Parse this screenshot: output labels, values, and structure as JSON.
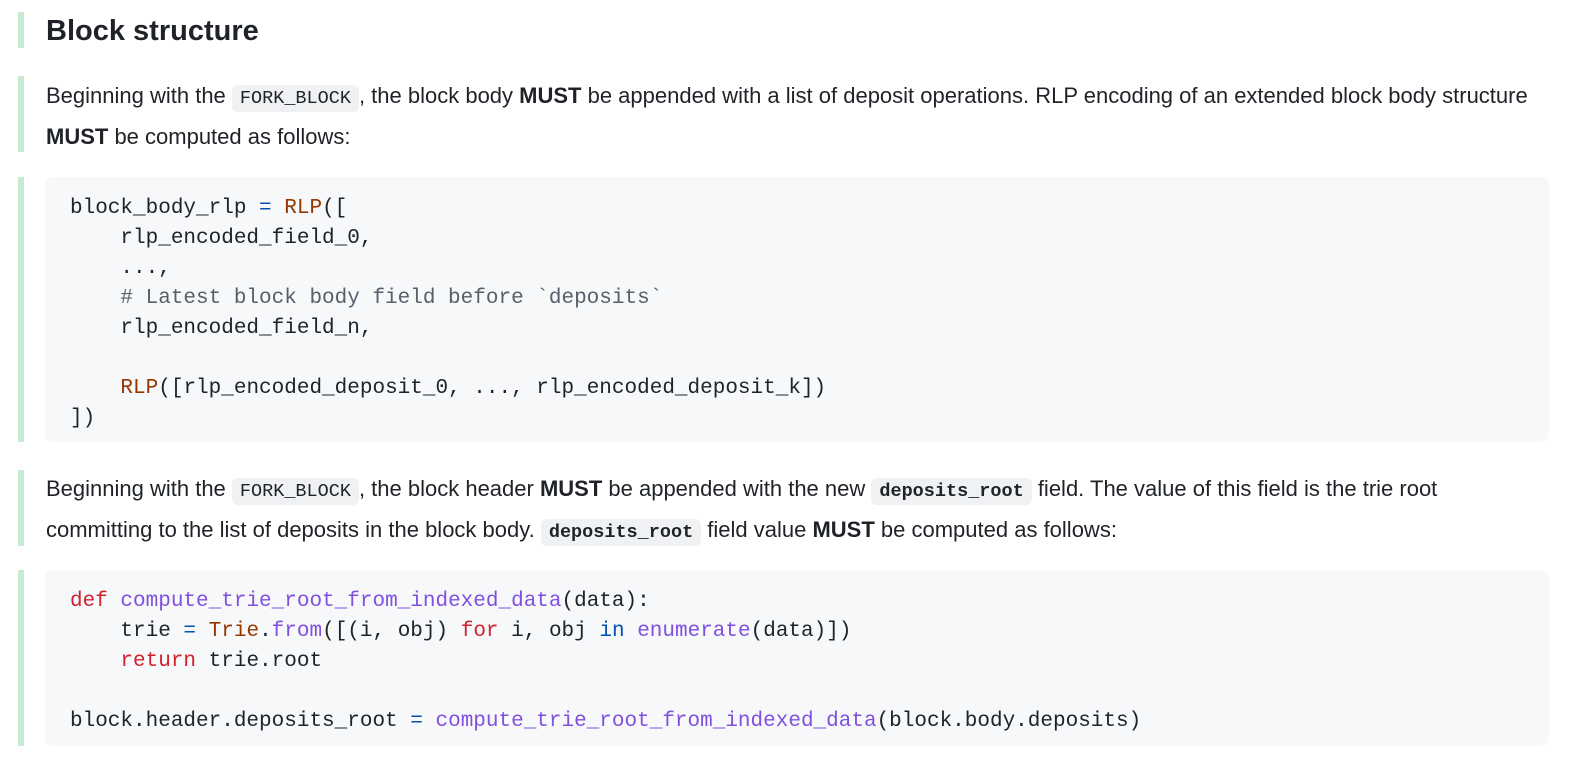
{
  "heading": "Block structure",
  "paragraph1": [
    {
      "t": "Beginning with the ",
      "s": "text"
    },
    {
      "t": "FORK_BLOCK",
      "s": "code"
    },
    {
      "t": ", the block body ",
      "s": "text"
    },
    {
      "t": "MUST",
      "s": "bold"
    },
    {
      "t": " be appended with a list of deposit operations. RLP encoding of an extended block body structure ",
      "s": "text"
    },
    {
      "t": "MUST",
      "s": "bold"
    },
    {
      "t": " be computed as follows:",
      "s": "text"
    }
  ],
  "code1": [
    [
      {
        "t": "block_body_rlp ",
        "c": ""
      },
      {
        "t": "=",
        "c": "op"
      },
      {
        "t": " ",
        "c": ""
      },
      {
        "t": "RLP",
        "c": "cls"
      },
      {
        "t": "([",
        "c": ""
      }
    ],
    [
      {
        "t": "    rlp_encoded_field_0,",
        "c": ""
      }
    ],
    [
      {
        "t": "    ...,",
        "c": ""
      }
    ],
    [
      {
        "t": "    # Latest block body field before `deposits`",
        "c": "cm"
      }
    ],
    [
      {
        "t": "    rlp_encoded_field_n,",
        "c": ""
      }
    ],
    [],
    [
      {
        "t": "    ",
        "c": ""
      },
      {
        "t": "RLP",
        "c": "cls"
      },
      {
        "t": "([rlp_encoded_deposit_0, ..., rlp_encoded_deposit_k])",
        "c": ""
      }
    ],
    [
      {
        "t": "])",
        "c": ""
      }
    ]
  ],
  "paragraph2": [
    {
      "t": "Beginning with the ",
      "s": "text"
    },
    {
      "t": "FORK_BLOCK",
      "s": "code"
    },
    {
      "t": ", the block header ",
      "s": "text"
    },
    {
      "t": "MUST",
      "s": "bold"
    },
    {
      "t": " be appended with the new ",
      "s": "text"
    },
    {
      "t": "deposits_root",
      "s": "boldcode"
    },
    {
      "t": " field. The value of this field is the trie root committing to the list of deposits in the block body. ",
      "s": "text"
    },
    {
      "t": "deposits_root",
      "s": "boldcode"
    },
    {
      "t": " field value ",
      "s": "text"
    },
    {
      "t": "MUST",
      "s": "bold"
    },
    {
      "t": " be computed as follows:",
      "s": "text"
    }
  ],
  "code2": [
    [
      {
        "t": "def",
        "c": "kw"
      },
      {
        "t": " ",
        "c": ""
      },
      {
        "t": "compute_trie_root_from_indexed_data",
        "c": "fn"
      },
      {
        "t": "(data):",
        "c": ""
      }
    ],
    [
      {
        "t": "    trie ",
        "c": ""
      },
      {
        "t": "=",
        "c": "op"
      },
      {
        "t": " ",
        "c": ""
      },
      {
        "t": "Trie",
        "c": "cls"
      },
      {
        "t": ".",
        "c": ""
      },
      {
        "t": "from",
        "c": "fn"
      },
      {
        "t": "([(i, obj) ",
        "c": ""
      },
      {
        "t": "for",
        "c": "kw"
      },
      {
        "t": " i, obj ",
        "c": ""
      },
      {
        "t": "in",
        "c": "bi"
      },
      {
        "t": " ",
        "c": ""
      },
      {
        "t": "enumerate",
        "c": "fn"
      },
      {
        "t": "(data)])",
        "c": ""
      }
    ],
    [
      {
        "t": "    ",
        "c": ""
      },
      {
        "t": "return",
        "c": "kw"
      },
      {
        "t": " trie.root",
        "c": ""
      }
    ],
    [],
    [
      {
        "t": "block.header.deposits_root ",
        "c": ""
      },
      {
        "t": "=",
        "c": "op"
      },
      {
        "t": " ",
        "c": ""
      },
      {
        "t": "compute_trie_root_from_indexed_data",
        "c": "fn"
      },
      {
        "t": "(block.body.deposits)",
        "c": ""
      }
    ]
  ]
}
